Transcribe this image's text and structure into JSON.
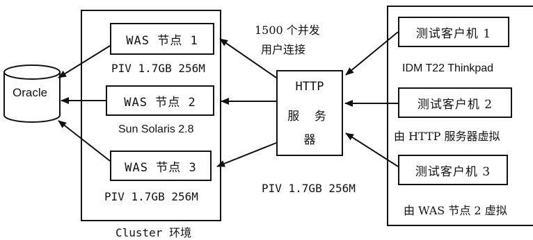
{
  "oracle": {
    "label": "Oracle"
  },
  "cluster": {
    "frame_label": "Cluster 环境",
    "nodes": [
      {
        "label": "WAS 节点 1",
        "spec": "PIV 1.7GB 256M"
      },
      {
        "label": "WAS 节点 2",
        "spec": "Sun Solaris 2.8"
      },
      {
        "label": "WAS 节点 3",
        "spec": "PIV 1.7GB 256M"
      }
    ]
  },
  "http_server": {
    "title": "HTTP",
    "name_line1": "服 务",
    "name_line2": "器",
    "spec": "PIV 1.7GB 256M"
  },
  "connections_note": {
    "line1": "1500 个并发",
    "line2": "用户连接"
  },
  "clients": [
    {
      "label": "测试客户机 1",
      "note": "IDM T22 Thinkpad"
    },
    {
      "label": "测试客户机 2",
      "note": "由 HTTP 服务器虚拟"
    },
    {
      "label": "测试客户机 3",
      "note": "由 WAS 节点 2 虚拟"
    }
  ]
}
